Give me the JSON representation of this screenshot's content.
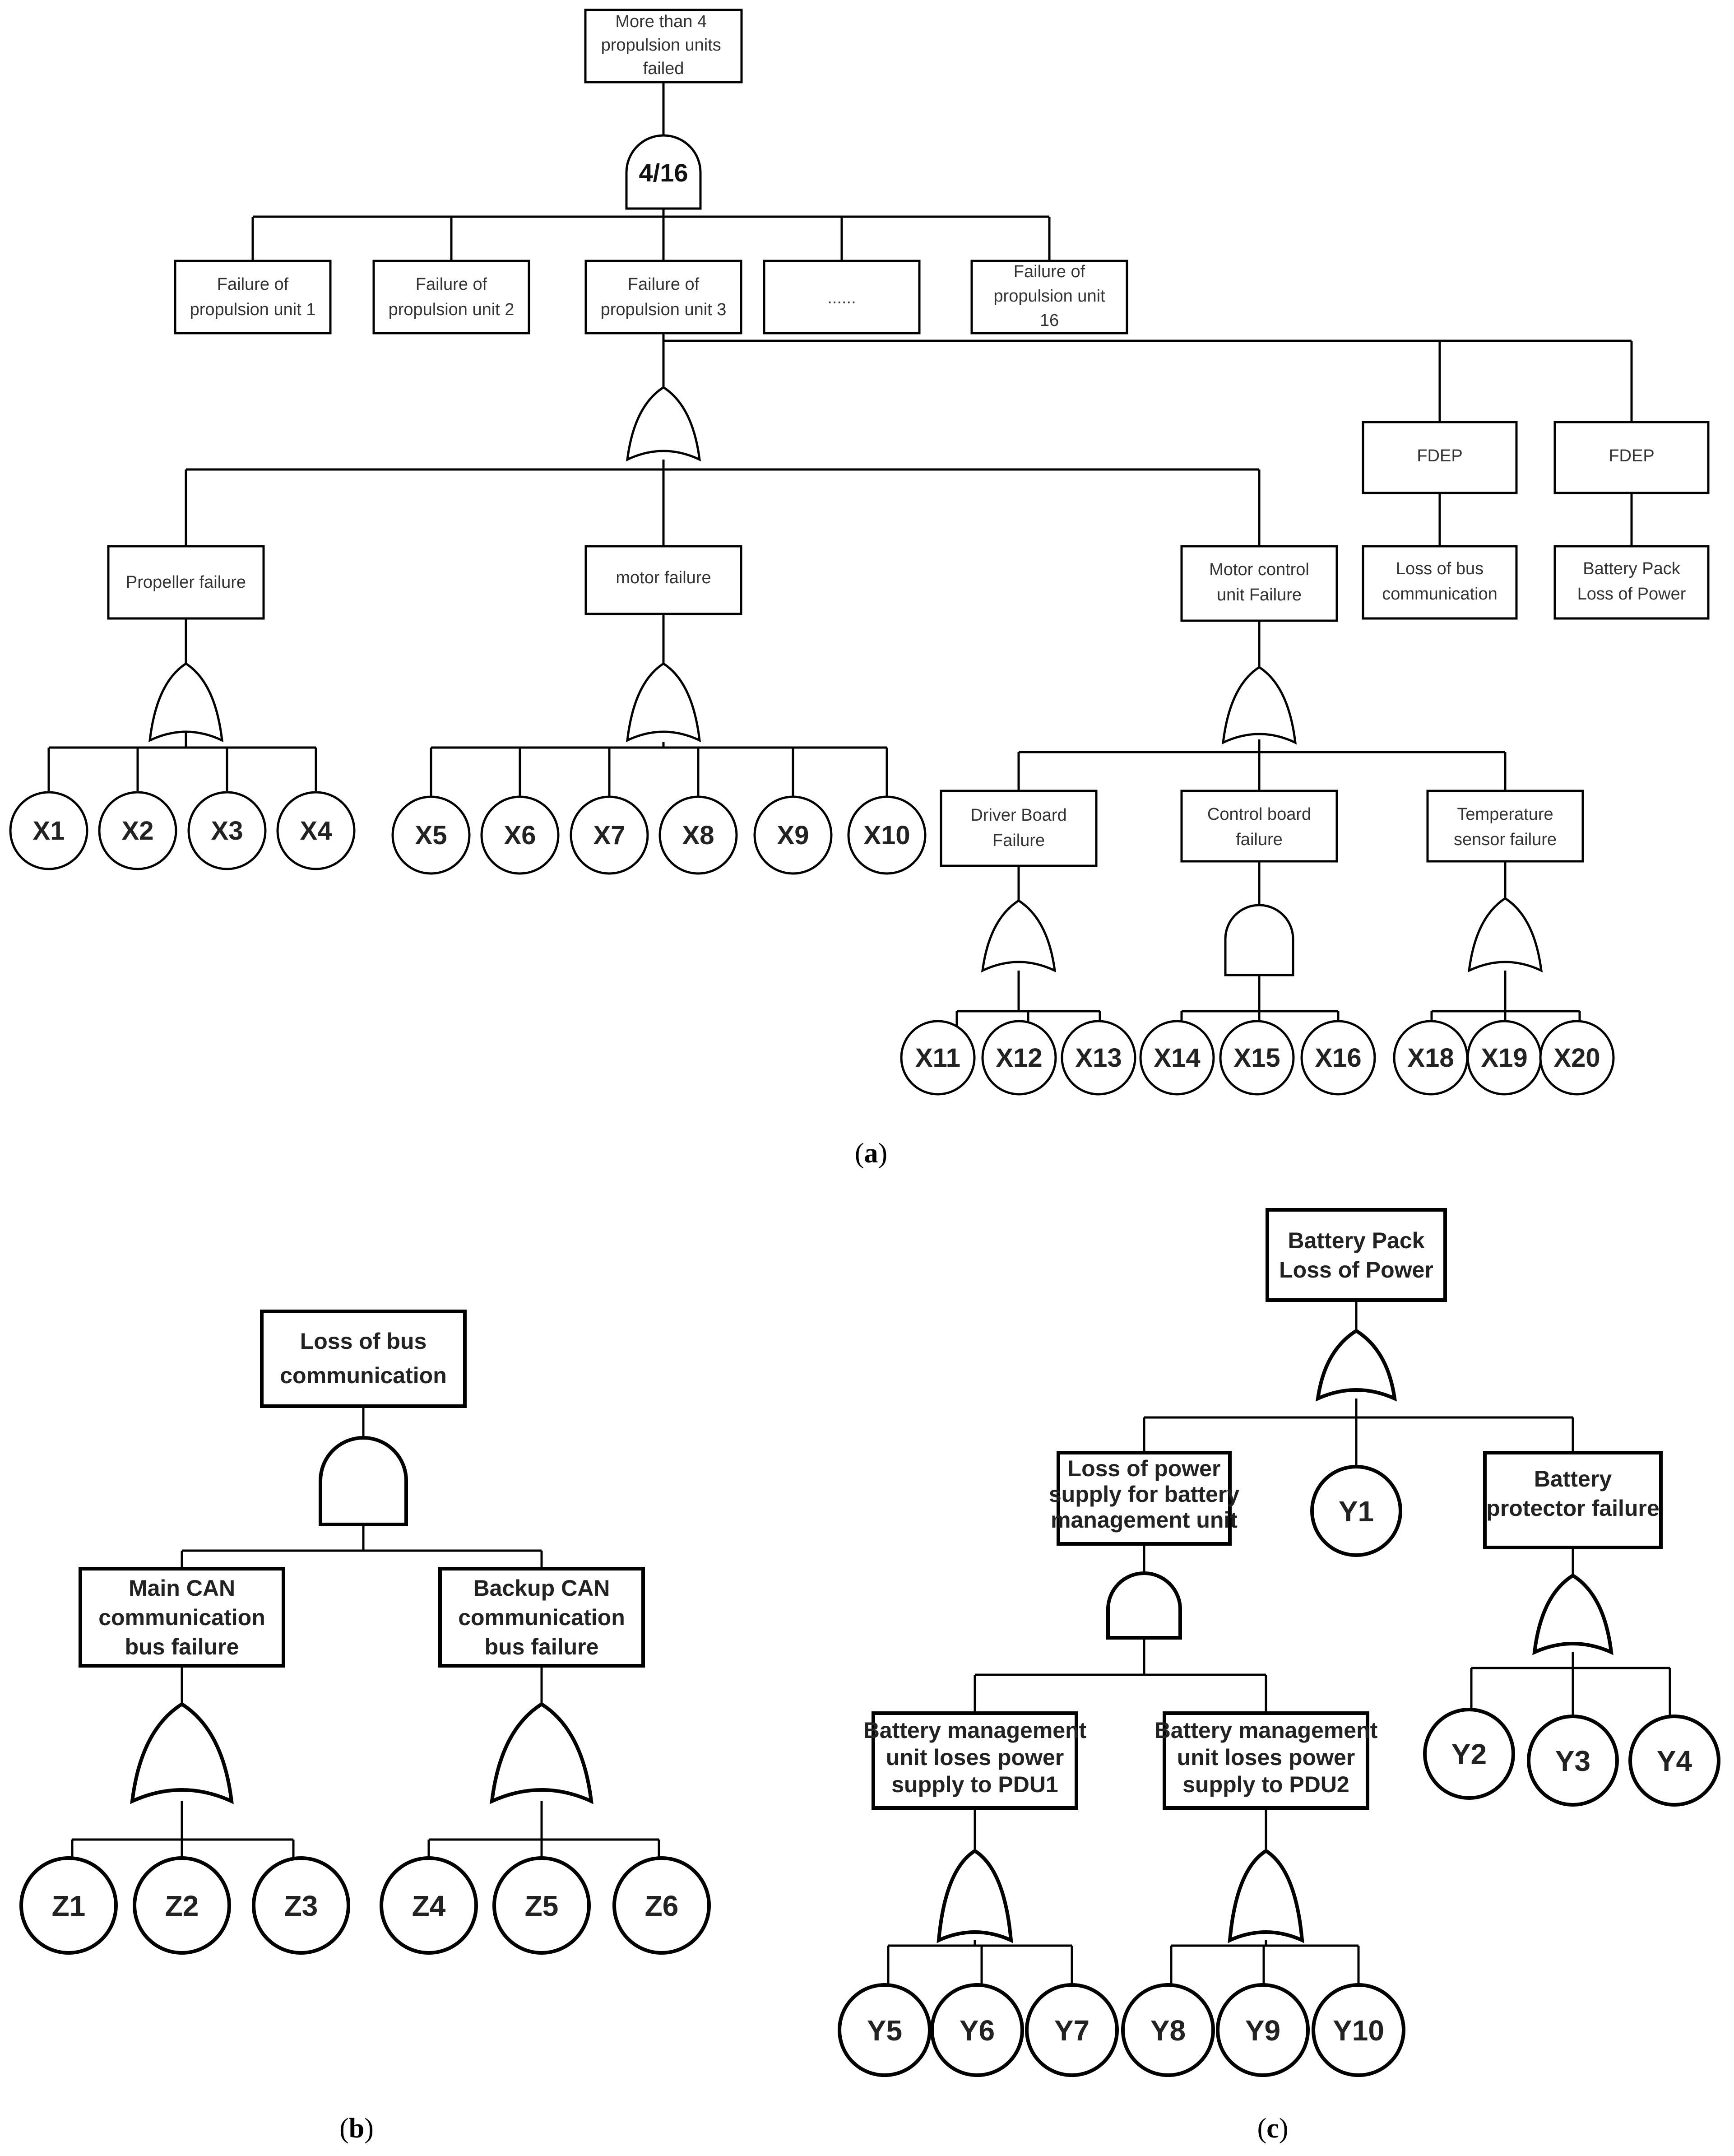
{
  "panel_a": {
    "top_event": [
      "More than 4",
      "propulsion units",
      "failed"
    ],
    "kofn_gate_label": "4/16",
    "units": [
      [
        "Failure of",
        "propulsion unit 1"
      ],
      [
        "Failure of",
        "propulsion unit 2"
      ],
      [
        "Failure of",
        "propulsion unit 3"
      ],
      [
        "......"
      ],
      [
        "Failure of",
        "propulsion unit",
        "16"
      ]
    ],
    "fdep_label": "FDEP",
    "fdep_triggers": [
      [
        "Loss of bus",
        "communication"
      ],
      [
        "Battery Pack",
        "Loss of Power"
      ]
    ],
    "subsystems": [
      [
        "Propeller failure"
      ],
      [
        "motor failure"
      ],
      [
        "Motor control",
        "unit Failure"
      ]
    ],
    "mcu_parts": [
      [
        "Driver Board",
        "Failure"
      ],
      [
        "Control board",
        "failure"
      ],
      [
        "Temperature",
        "sensor failure"
      ]
    ],
    "events": [
      "X1",
      "X2",
      "X3",
      "X4",
      "X5",
      "X6",
      "X7",
      "X8",
      "X9",
      "X10",
      "X11",
      "X12",
      "X13",
      "X14",
      "X15",
      "X16",
      "X18",
      "X19",
      "X20"
    ],
    "caption": [
      "(",
      "a",
      ")"
    ]
  },
  "panel_b": {
    "top_event": [
      "Loss of bus",
      "communication"
    ],
    "children": [
      [
        "Main CAN",
        "communication",
        "bus failure"
      ],
      [
        "Backup CAN",
        "communication",
        "bus failure"
      ]
    ],
    "events": [
      "Z1",
      "Z2",
      "Z3",
      "Z4",
      "Z5",
      "Z6"
    ],
    "caption": [
      "(",
      "b",
      ")"
    ]
  },
  "panel_c": {
    "top_event": [
      "Battery Pack",
      "Loss of Power"
    ],
    "children": [
      [
        "Loss of power",
        "supply for battery",
        "management unit"
      ],
      [
        "Battery",
        "protector failure"
      ]
    ],
    "bmu_children": [
      [
        "Battery management",
        "unit loses power",
        "supply to PDU1"
      ],
      [
        "Battery management",
        "unit loses power",
        "supply to PDU2"
      ]
    ],
    "events": [
      "Y1",
      "Y2",
      "Y3",
      "Y4",
      "Y5",
      "Y6",
      "Y7",
      "Y8",
      "Y9",
      "Y10"
    ],
    "caption": [
      "(",
      "c",
      ")"
    ]
  }
}
